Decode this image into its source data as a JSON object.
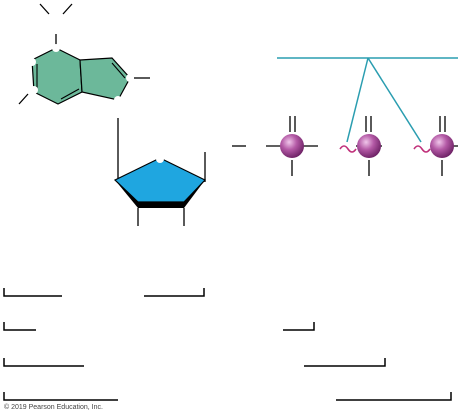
{
  "copyright": "© 2019 Pearson Education, Inc.",
  "colors": {
    "base_fill": "#6cb89a",
    "sugar_fill": "#1fa6e0",
    "phosphate_fill": "#9b3a8f",
    "phosphate_highlight": "#f0c6ea",
    "teal_line": "#2a9db0",
    "tilde_color": "#c0307a",
    "line": "#000000"
  },
  "icons": {
    "base": "nitrogenous-base-purine",
    "sugar": "pentose-sugar-ring",
    "phosphate": "phosphate-group-sphere",
    "bond": "high-energy-bond-tilde"
  }
}
